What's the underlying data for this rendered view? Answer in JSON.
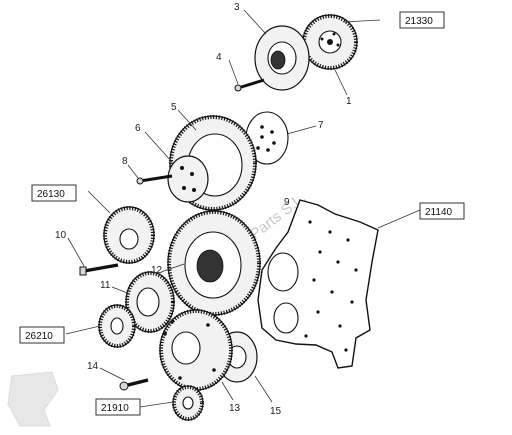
{
  "diagram": {
    "callouts": {
      "c1": "1",
      "c3": "3",
      "c4": "4",
      "c5": "5",
      "c6": "6",
      "c7": "7",
      "c8": "8",
      "c9": "9",
      "c10": "10",
      "c11": "11",
      "c12": "12",
      "c13": "13",
      "c14": "14",
      "c15": "15"
    },
    "reference_boxes": {
      "b21330": "21330",
      "b26130": "26130",
      "b21140": "21140",
      "b26210": "26210",
      "b21910": "21910"
    },
    "watermark": "Ramones and Parts S.L."
  }
}
